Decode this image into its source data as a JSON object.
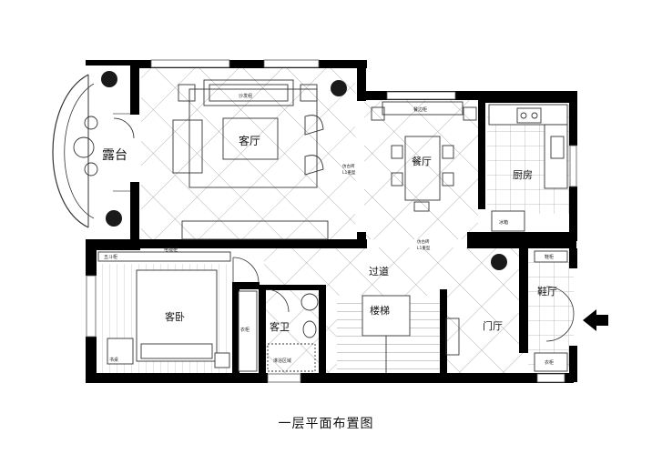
{
  "rooms": {
    "living": "客厅",
    "terrace": "露台",
    "dining": "餐厅",
    "kitchen": "厨房",
    "corridor": "过道",
    "master_bed": "客卧",
    "guest_bath": "客卫",
    "stairs": "楼梯",
    "foyer": "门厅",
    "shoe_room": "鞋厅"
  },
  "labels": {
    "sofa_set": "沙发组",
    "sideboard": "餐边柜",
    "fridge": "冰箱",
    "bedside_cabinet": "五斗柜",
    "tv_unit": "电视柜",
    "wardrobe": "衣柜",
    "shower_area": "淋浴区域",
    "desk": "书桌",
    "shoe_cabinet": "鞋柜",
    "coat_closet": "衣柜",
    "floor_tile_note1": "仿古砖",
    "floor_tile_note2": "L1重型",
    "floor_tile_note3": "仿古砖",
    "floor_tile_note4": "L1重型"
  },
  "caption": "一层平面布置图",
  "colors": {
    "wall": "#000000",
    "line": "#333333",
    "plant": "#1a1a1a",
    "arrow": "#000000"
  }
}
